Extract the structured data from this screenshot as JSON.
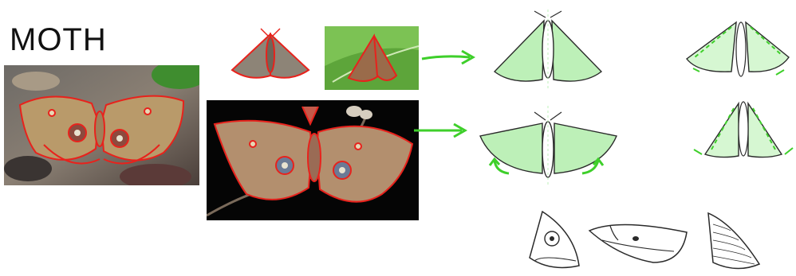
{
  "title": "MOTH",
  "colors": {
    "outline": "#e8221c",
    "arrow": "#3ecf2a",
    "wing_fill": "#bdf0b8",
    "sketch": "#2a2a2a"
  },
  "panels": [
    {
      "id": "polyphemus-on-leaves",
      "background": "leaf-litter"
    },
    {
      "id": "moth-on-bark",
      "background": "gray"
    },
    {
      "id": "moth-on-leaf",
      "background": "green-leaf"
    },
    {
      "id": "polyphemus-on-twig",
      "background": "black"
    }
  ],
  "icons": [
    "right-arrow-icon",
    "curved-arrow-icon"
  ]
}
